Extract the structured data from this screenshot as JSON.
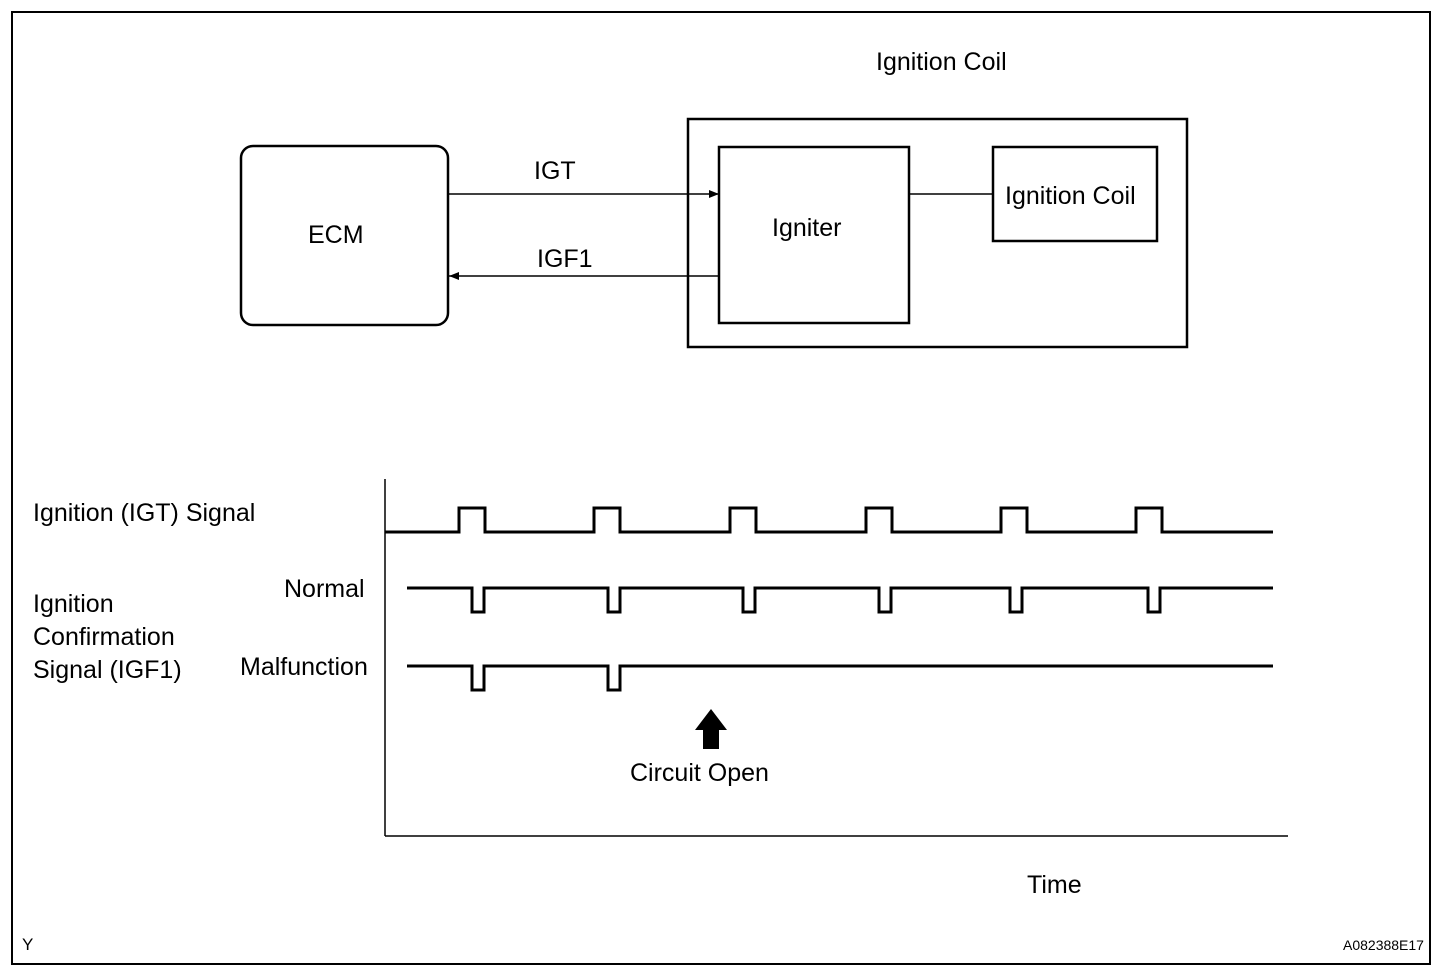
{
  "diagram": {
    "ignition_coil_outer_label": "Ignition Coil",
    "ecm_label": "ECM",
    "igniter_label": "Igniter",
    "ignition_coil_inner_label": "Ignition Coil",
    "igt_label": "IGT",
    "igf1_label": "IGF1"
  },
  "waveform": {
    "igt_signal_label": "Ignition (IGT) Signal",
    "igf1_signal_label": "Ignition\nConfirmation\nSignal (IGF1)",
    "normal_label": "Normal",
    "malfunction_label": "Malfunction",
    "circuit_open_label": "Circuit Open",
    "time_label": "Time",
    "igt_pulse_count": 6,
    "normal_pulse_count": 6,
    "malfunction_pulse_count": 2
  },
  "footer": {
    "left_code": "Y",
    "right_code": "A082388E17"
  }
}
